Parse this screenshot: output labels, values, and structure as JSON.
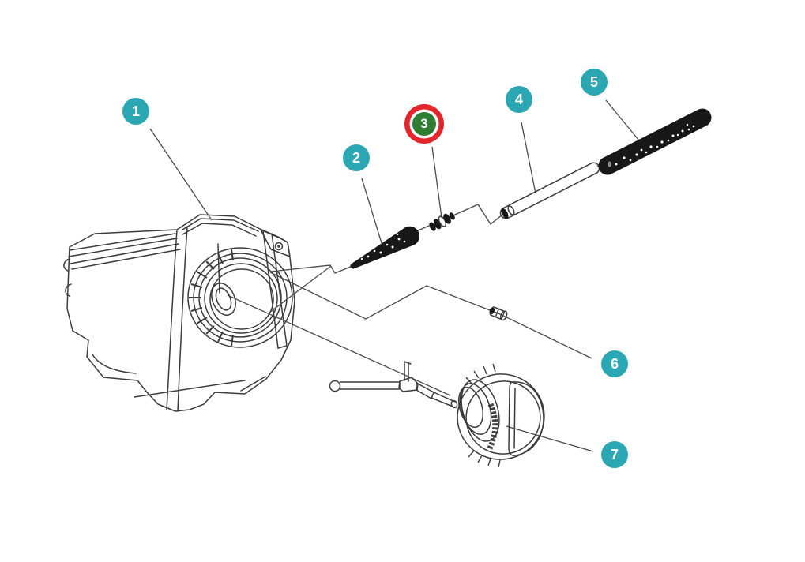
{
  "diagram": {
    "type": "exploded-parts-diagram",
    "callouts": [
      {
        "label": "1",
        "highlighted": false
      },
      {
        "label": "2",
        "highlighted": false
      },
      {
        "label": "3",
        "highlighted": true
      },
      {
        "label": "4",
        "highlighted": false
      },
      {
        "label": "5",
        "highlighted": false
      },
      {
        "label": "6",
        "highlighted": false
      },
      {
        "label": "7",
        "highlighted": false
      }
    ],
    "colors": {
      "badge": "#2AA7B2",
      "badge_text": "#FFFFFF",
      "highlight_ring": "#E3262C",
      "highlight_fill": "#2E7D32",
      "line_art": "#3B3B3B",
      "background": "#FFFFFF"
    }
  }
}
